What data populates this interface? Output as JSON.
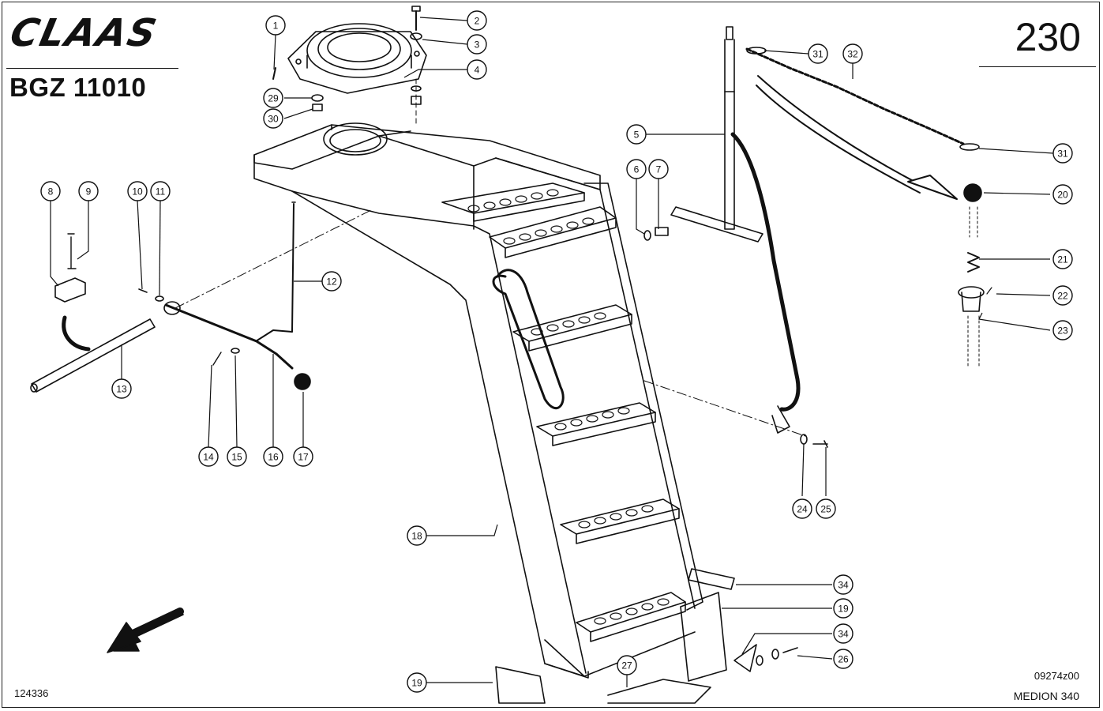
{
  "header": {
    "brand_logo": "CLAAS",
    "group_code": "BGZ 11010",
    "page_number": "230"
  },
  "footer": {
    "document_number": "124336",
    "figure_code": "09274z00",
    "model": "MEDION 340"
  },
  "callouts": [
    {
      "n": "1"
    },
    {
      "n": "2"
    },
    {
      "n": "3"
    },
    {
      "n": "4"
    },
    {
      "n": "5"
    },
    {
      "n": "6"
    },
    {
      "n": "7"
    },
    {
      "n": "8"
    },
    {
      "n": "9"
    },
    {
      "n": "10"
    },
    {
      "n": "11"
    },
    {
      "n": "12"
    },
    {
      "n": "13"
    },
    {
      "n": "14"
    },
    {
      "n": "15"
    },
    {
      "n": "16"
    },
    {
      "n": "17"
    },
    {
      "n": "18"
    },
    {
      "n": "19"
    },
    {
      "n": "19"
    },
    {
      "n": "20"
    },
    {
      "n": "21"
    },
    {
      "n": "22"
    },
    {
      "n": "23"
    },
    {
      "n": "24"
    },
    {
      "n": "25"
    },
    {
      "n": "26"
    },
    {
      "n": "27"
    },
    {
      "n": "29"
    },
    {
      "n": "30"
    },
    {
      "n": "31"
    },
    {
      "n": "31"
    },
    {
      "n": "32"
    },
    {
      "n": "34"
    },
    {
      "n": "34"
    }
  ],
  "colors": {
    "ink": "#111111",
    "paper": "#ffffff"
  }
}
